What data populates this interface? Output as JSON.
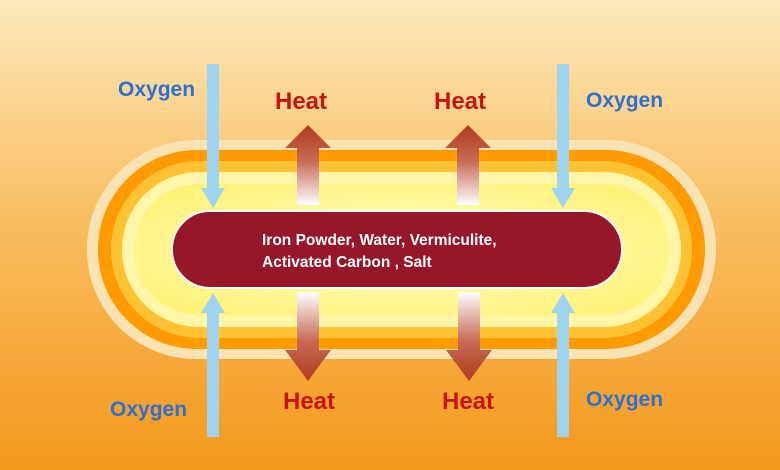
{
  "colors": {
    "background_top": "#fde7b8",
    "background_bottom": "#f59b1c",
    "core_fill": "#96172a",
    "oxygen_arrow": "#9ed4ef",
    "heat_arrow": "#b33a22",
    "oxygen_text": "#2f6fd0",
    "heat_text": "#c8140f"
  },
  "labels": {
    "oxygen_top_left": "Oxygen",
    "oxygen_top_right": "Oxygen",
    "oxygen_bottom_left": "Oxygen",
    "oxygen_bottom_right": "Oxygen",
    "heat_top_left": "Heat",
    "heat_top_right": "Heat",
    "heat_bottom_left": "Heat",
    "heat_bottom_right": "Heat"
  },
  "core": {
    "line1": "Iron Powder, Water, Vermiculite,",
    "line2": "Activated Carbon , Salt"
  }
}
